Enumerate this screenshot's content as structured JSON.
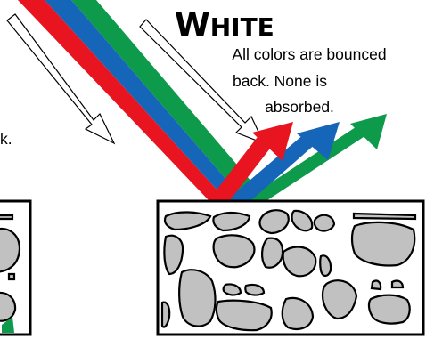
{
  "title": {
    "first_letter": "W",
    "rest": "HITE"
  },
  "description": {
    "line1": "All colors are bounced",
    "line2": "back. None is",
    "line3": "absorbed."
  },
  "left_fragment_text": "k.",
  "colors": {
    "red": "#e8141f",
    "blue": "#1566b9",
    "green": "#0d9a4b",
    "stone_fill": "#c1c1c1",
    "outline": "#000000"
  },
  "icons": {
    "incoming_arrows": "hollow-arrow-icon",
    "reflected_arrows": "solid-arrow-icon"
  }
}
